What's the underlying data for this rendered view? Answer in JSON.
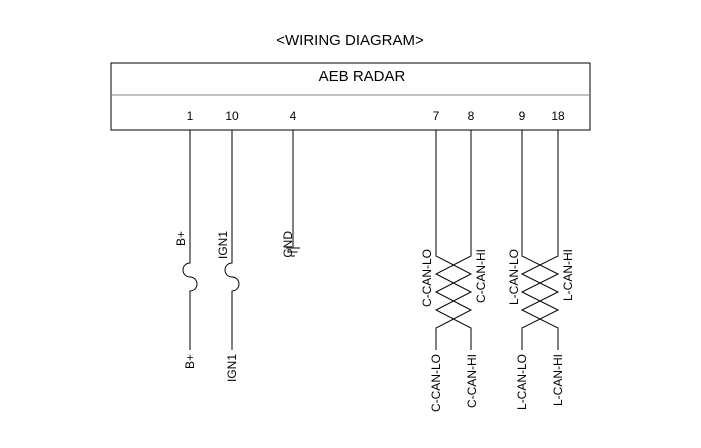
{
  "title": "<WIRING DIAGRAM>",
  "component": "AEB RADAR",
  "pins": {
    "p1": "1",
    "p10": "10",
    "p4": "4",
    "p7": "7",
    "p8": "8",
    "p9": "9",
    "p18": "18"
  },
  "upper_labels": {
    "bplus": "B+",
    "ign1": "IGN1",
    "gnd": "GND",
    "c_can_lo": "C-CAN-LO",
    "c_can_hi": "C-CAN-HI",
    "l_can_lo": "L-CAN-LO",
    "l_can_hi": "L-CAN-HI"
  },
  "lower_labels": {
    "bplus": "B+",
    "ign1": "IGN1",
    "c_can_lo": "C-CAN-LO",
    "c_can_hi": "C-CAN-HI",
    "l_can_lo": "L-CAN-LO",
    "l_can_hi": "L-CAN-HI"
  },
  "colors": {
    "line": "#000000",
    "separator": "#808080",
    "background": "#ffffff"
  }
}
